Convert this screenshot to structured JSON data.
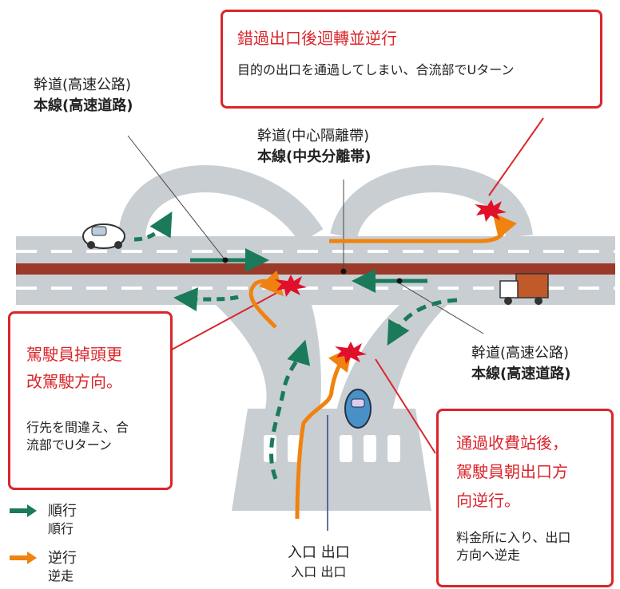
{
  "labels": {
    "main_left_tw": "幹道(高速公路)",
    "main_left_jp": "本線(高速道路)",
    "median_tw": "幹道(中心隔離帶)",
    "median_jp": "本線(中央分離帯)",
    "main_right_tw": "幹道(高速公路)",
    "main_right_jp": "本線(高速道路)",
    "entrance_tw": "入口",
    "exit_tw": "出口",
    "entrance_jp": "入口",
    "exit_jp": "出口"
  },
  "callouts": {
    "top": {
      "title": "錯過出口後迴轉並逆行",
      "body": "目的の出口を通過してしまい、合流部でUターン"
    },
    "left": {
      "title_line1": "駕駛員掉頭更",
      "title_line2": "改駕駛方向。",
      "body_line1": "行先を間違え、合",
      "body_line2": "流部でUターン"
    },
    "right": {
      "title_line1": "通過收費站後，",
      "title_line2": "駕駛員朝出口方",
      "title_line3": "向逆行。",
      "body_line1": "料金所に入り、出口",
      "body_line2": "方向へ逆走"
    }
  },
  "legend": {
    "forward_tw": "順行",
    "forward_jp": "順行",
    "reverse_tw": "逆行",
    "reverse_jp": "逆走"
  },
  "colors": {
    "callout_border": "#d9262b",
    "forward_arrow": "#1a7a5a",
    "reverse_arrow": "#f0820f",
    "road": "#c9ced3",
    "median": "#9b3a2a",
    "crash": "#e0102a"
  },
  "icons": [
    "car-icon",
    "truck-icon",
    "crash-icon"
  ]
}
